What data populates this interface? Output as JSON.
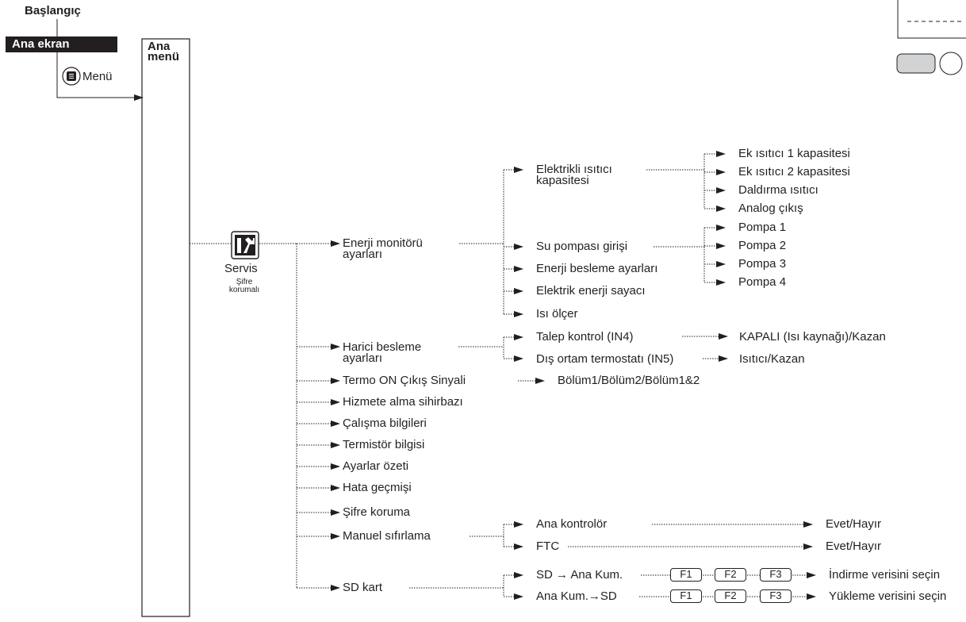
{
  "start": "Başlangıç",
  "home_screen": "Ana ekran",
  "menu_button": "Menü",
  "main_menu": [
    "Ana",
    "menü"
  ],
  "service": {
    "label": "Servis",
    "note": [
      "Şifre",
      "korumalı"
    ]
  },
  "energy_monitor": {
    "label": [
      "Enerji monitörü",
      "ayarları"
    ],
    "electric_heater": {
      "label": [
        "Elektrikli ısıtıcı",
        "kapasitesi"
      ],
      "items": [
        "Ek ısıtıcı 1 kapasitesi",
        "Ek ısıtıcı 2 kapasitesi",
        "Daldırma ısıtıcı",
        "Analog çıkış"
      ]
    },
    "pump_input": {
      "label": "Su pompası girişi",
      "items": [
        "Pompa 1",
        "Pompa 2",
        "Pompa 3",
        "Pompa 4"
      ]
    },
    "items": [
      "Enerji besleme ayarları",
      "Elektrik enerji sayacı",
      "Isı ölçer"
    ]
  },
  "external_supply": {
    "label": [
      "Harici besleme",
      "ayarları"
    ],
    "demand_control": {
      "label": "Talep kontrol (IN4)",
      "value": "KAPALI (Isı kaynağı)/Kazan"
    },
    "outdoor_thermostat": {
      "label": "Dış ortam termostatı (IN5)",
      "value": "Isıtıcı/Kazan"
    }
  },
  "thermo_on": {
    "label": "Termo ON Çıkış Sinyali",
    "value": "Bölüm1/Bölüm2/Bölüm1&2"
  },
  "simple_items": [
    "Hizmete alma sihirbazı",
    "Çalışma bilgileri",
    "Termistör bilgisi",
    "Ayarlar özeti",
    "Hata geçmişi",
    "Şifre koruma"
  ],
  "manual_reset": {
    "label": "Manuel sıfırlama",
    "items": [
      {
        "label": "Ana kontrolör",
        "value": "Evet/Hayır"
      },
      {
        "label": "FTC",
        "value": "Evet/Hayır"
      }
    ]
  },
  "sd_card": {
    "label": "SD kart",
    "items": [
      {
        "label": "SD → Ana Kum.",
        "keys": [
          "F1",
          "F2",
          "F3"
        ],
        "value": "İndirme verisini seçin"
      },
      {
        "label": "Ana Kum.→SD",
        "keys": [
          "F1",
          "F2",
          "F3"
        ],
        "value": "Yükleme verisini seçin"
      }
    ]
  }
}
